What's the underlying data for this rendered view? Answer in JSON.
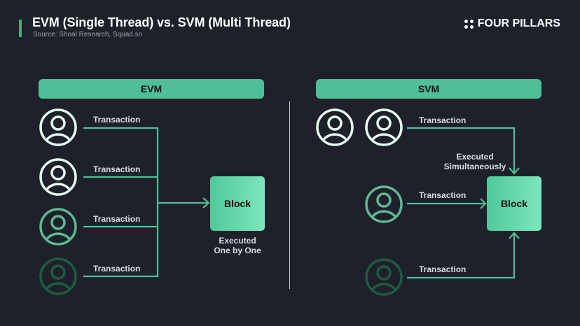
{
  "header": {
    "title": "EVM (Single Thread) vs. SVM (Multi Thread)",
    "source": "Source: Shoal Research, Squad.so",
    "logo_text": "FOUR PILLARS",
    "logo_icon": "four-dots-icon"
  },
  "colors": {
    "background": "#1e212a",
    "accent": "#4fbf98",
    "line": "#4fbf98",
    "user_bright": "#e6fbf3",
    "user_mid": "#5fb897",
    "user_dim": "#1f5a45"
  },
  "evm": {
    "label": "EVM",
    "transactions": [
      "Transaction",
      "Transaction",
      "Transaction",
      "Transaction"
    ],
    "block_label": "Block",
    "note_line1": "Executed",
    "note_line2": "One by One"
  },
  "svm": {
    "label": "SVM",
    "transactions": [
      "Transaction",
      "Transaction",
      "Transaction"
    ],
    "block_label": "Block",
    "note_line1": "Executed",
    "note_line2": "Simultaneously"
  }
}
